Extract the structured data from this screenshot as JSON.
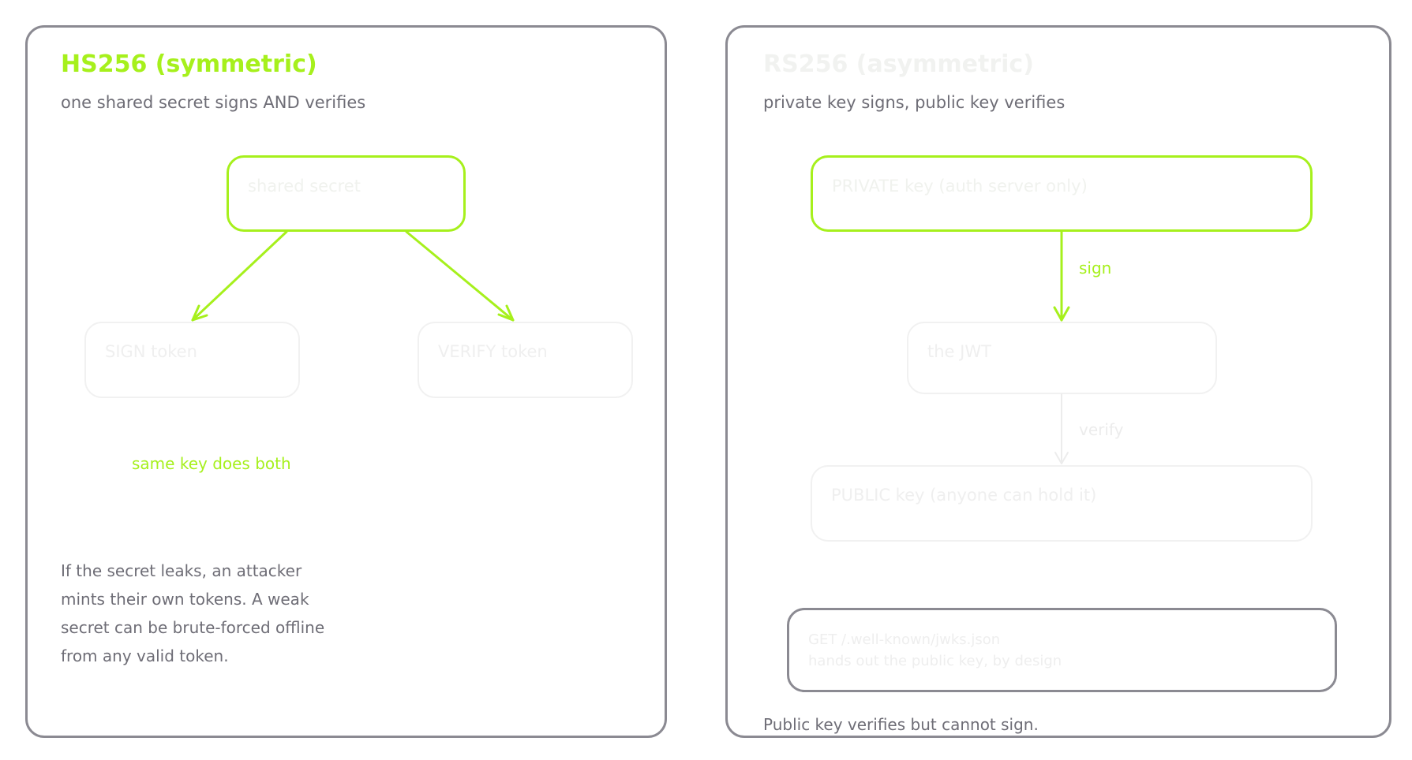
{
  "left": {
    "title": "HS256 (symmetric)",
    "subtitle": "one shared secret signs AND verifies",
    "node_secret": "shared secret",
    "node_sign": "SIGN token",
    "node_verify": "VERIFY token",
    "same_key_label": "same key does both",
    "note_lines": [
      "If the secret leaks, an attacker",
      "mints their own tokens. A weak",
      "secret can be brute-forced offline",
      "from any valid token."
    ]
  },
  "right": {
    "title": "RS256 (asymmetric)",
    "subtitle": "private key signs, public key verifies",
    "node_private": "PRIVATE key (auth server only)",
    "sign_label": "sign",
    "node_jwt": "the JWT",
    "verify_label": "verify",
    "node_public": "PUBLIC key (anyone can hold it)",
    "endpoint_line1": "GET /.well-known/jwks.json",
    "endpoint_line2": "hands out the public key, by design",
    "footer": "Public key verifies but cannot sign."
  },
  "colors": {
    "accent": "#a6f01c",
    "border": "#8b8a92",
    "text": "#6e6d76"
  }
}
